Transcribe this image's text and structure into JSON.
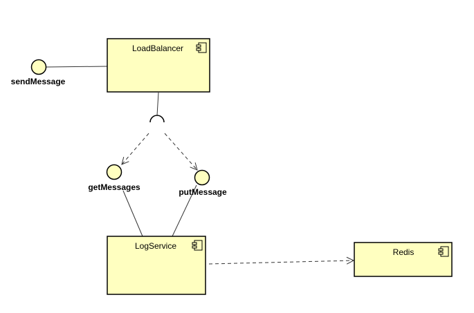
{
  "components": [
    {
      "id": "loadbalancer",
      "name": "LoadBalancer"
    },
    {
      "id": "logservice",
      "name": "LogService"
    },
    {
      "id": "redis",
      "name": "Redis"
    }
  ],
  "interfaces": [
    {
      "id": "sendmessage",
      "name": "sendMessage"
    },
    {
      "id": "getmessages",
      "name": "getMessages"
    },
    {
      "id": "putmessage",
      "name": "putMessage"
    }
  ],
  "colors": {
    "fill": "#ffffc0",
    "stroke": "#000000",
    "line": "#333333"
  }
}
